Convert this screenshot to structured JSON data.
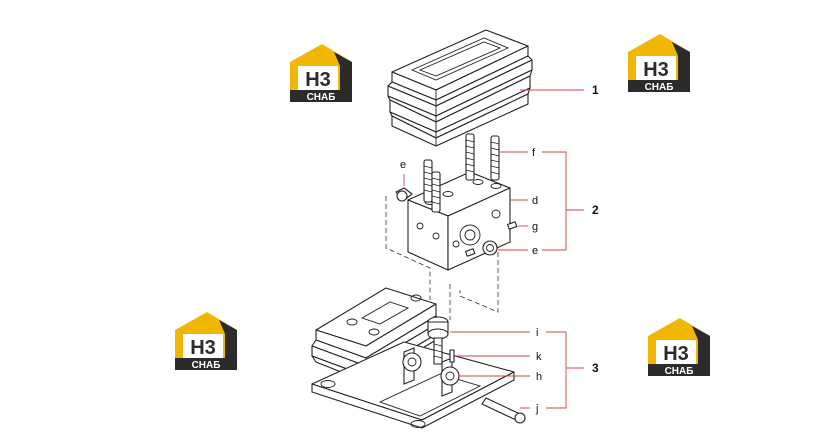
{
  "logos": [
    {
      "main": "H3",
      "sub": "СНАБ"
    },
    {
      "main": "H3",
      "sub": "СНАБ"
    },
    {
      "main": "H3",
      "sub": "СНАБ"
    },
    {
      "main": "H3",
      "sub": "СНАБ"
    }
  ],
  "colors": {
    "logo_yellow": "#f2b705",
    "logo_dark": "#2b2b2b",
    "leader": "#c44444",
    "line": "#222222"
  },
  "labels": {
    "part1": "1",
    "part2": "2",
    "part3": "3",
    "e_left": "e",
    "f": "f",
    "d": "d",
    "g": "g",
    "e_right": "e",
    "i": "i",
    "k": "k",
    "h": "h",
    "j": "j"
  }
}
